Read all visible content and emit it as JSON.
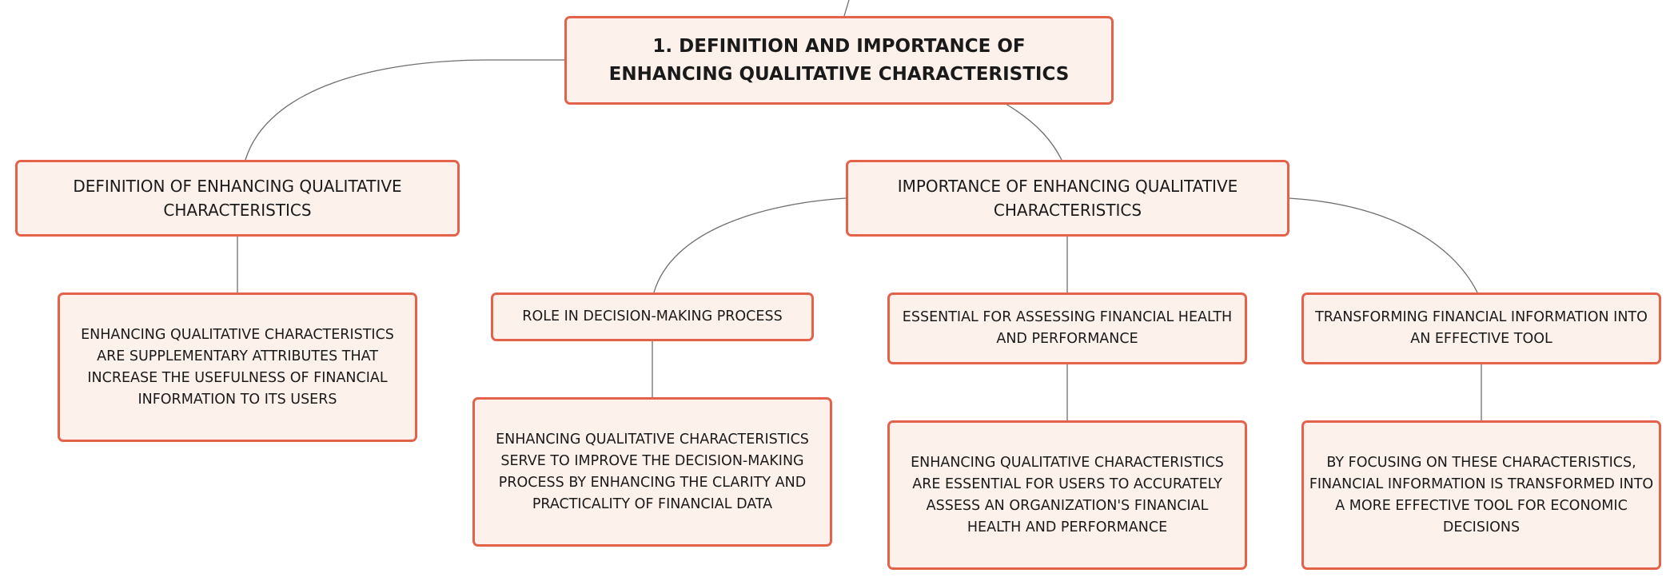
{
  "colors": {
    "node_border": "#e4624a",
    "node_fill": "#fdf1ec",
    "connector": "#6e6e6e",
    "text": "#1a1a1a"
  },
  "root": {
    "label": "1. DEFINITION AND IMPORTANCE OF ENHANCING QUALITATIVE CHARACTERISTICS"
  },
  "definition": {
    "label": "DEFINITION OF ENHANCING QUALITATIVE CHARACTERISTICS",
    "detail": "ENHANCING QUALITATIVE CHARACTERISTICS ARE SUPPLEMENTARY ATTRIBUTES THAT INCREASE THE USEFULNESS OF FINANCIAL INFORMATION TO ITS USERS"
  },
  "importance": {
    "label": "IMPORTANCE OF ENHANCING QUALITATIVE CHARACTERISTICS",
    "children": [
      {
        "label": "ROLE IN DECISION-MAKING PROCESS",
        "detail": "ENHANCING QUALITATIVE CHARACTERISTICS SERVE TO IMPROVE THE DECISION-MAKING PROCESS BY ENHANCING THE CLARITY AND PRACTICALITY OF FINANCIAL DATA"
      },
      {
        "label": "ESSENTIAL FOR ASSESSING FINANCIAL HEALTH AND PERFORMANCE",
        "detail": "ENHANCING QUALITATIVE CHARACTERISTICS ARE ESSENTIAL FOR USERS TO ACCURATELY ASSESS AN ORGANIZATION'S FINANCIAL HEALTH AND PERFORMANCE"
      },
      {
        "label": "TRANSFORMING FINANCIAL INFORMATION INTO AN EFFECTIVE TOOL",
        "detail": "BY FOCUSING ON THESE CHARACTERISTICS, FINANCIAL INFORMATION IS TRANSFORMED INTO A MORE EFFECTIVE TOOL FOR ECONOMIC DECISIONS"
      }
    ]
  }
}
